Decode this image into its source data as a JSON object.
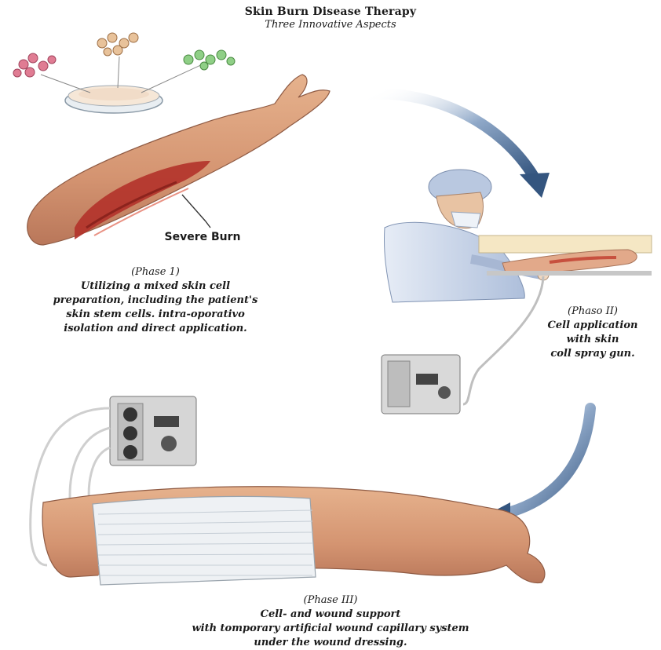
{
  "header": {
    "title": "Skin Burn Disease Therapy",
    "subtitle": "Three Innovative Aspects"
  },
  "labels": {
    "severe_burn": "Severe Burn"
  },
  "phase1": {
    "heading": "(Phase 1)",
    "lines": [
      "Utilizing a mixed skin cell",
      "preparation, including the patient's",
      "skin stem cells. intra-oporativo",
      "isolation and direct application."
    ]
  },
  "phase2": {
    "heading": "(Phaso II)",
    "lines": [
      "Cell application",
      "with skin",
      "coll spray gun."
    ]
  },
  "phase3": {
    "heading": "(Phase III)",
    "lines": [
      "Cell- and wound support",
      "with tomporary artificial wound capillary system",
      "under the wound dressing."
    ]
  },
  "colors": {
    "skin": "#d9a07a",
    "skin_shadow": "#b9775a",
    "burn": "#b3322a",
    "arrow": "#3d5f8c",
    "scrub": "#c9d6ea",
    "machine": "#cfcfcf",
    "dressing": "#eef1f4"
  },
  "icons": [
    "petri-dish-icon",
    "cell-cluster-icon",
    "spray-machine-icon",
    "curved-arrow-icon"
  ]
}
